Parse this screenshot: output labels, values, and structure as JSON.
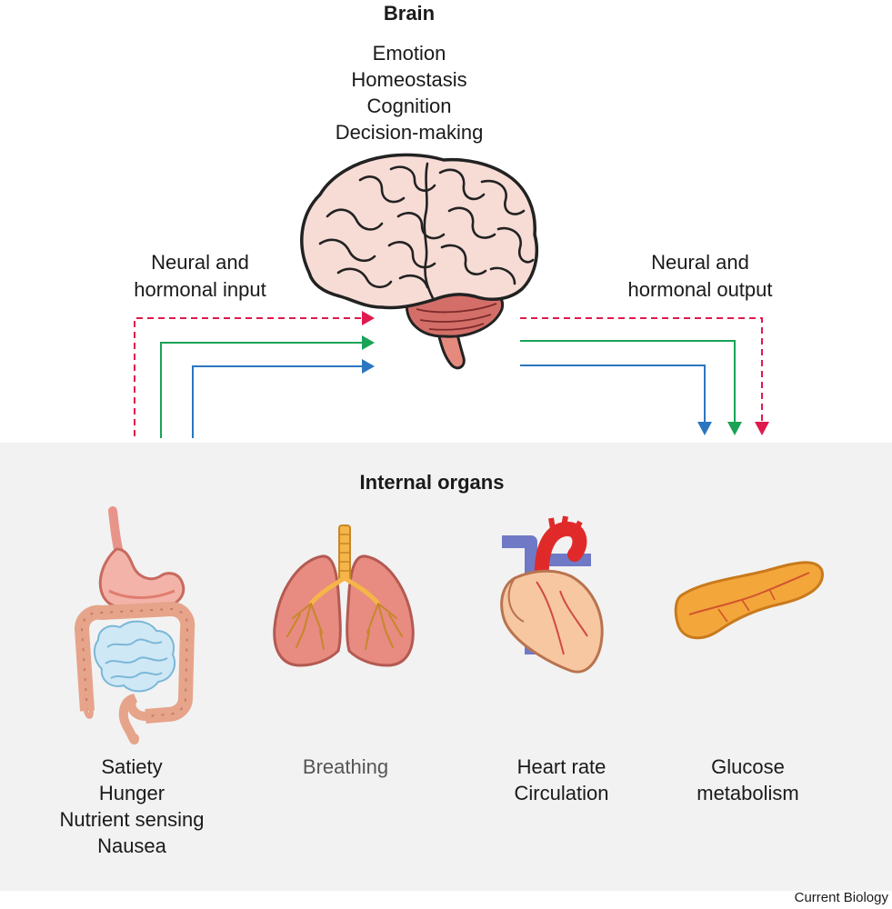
{
  "brain": {
    "title": "Brain",
    "functions": [
      "Emotion",
      "Homeostasis",
      "Cognition",
      "Decision-making"
    ]
  },
  "input_label": [
    "Neural and",
    "hormonal input"
  ],
  "output_label": [
    "Neural and",
    "hormonal output"
  ],
  "organs_panel": {
    "title": "Internal organs",
    "organs": [
      {
        "name": "gut",
        "icon": "gut-icon",
        "functions": [
          "Satiety",
          "Hunger",
          "Nutrient sensing",
          "Nausea"
        ]
      },
      {
        "name": "lungs",
        "icon": "lungs-icon",
        "functions": [
          "Breathing"
        ]
      },
      {
        "name": "heart",
        "icon": "heart-icon",
        "functions": [
          "Heart rate",
          "Circulation"
        ]
      },
      {
        "name": "pancreas",
        "icon": "pancreas-icon",
        "functions": [
          "Glucose",
          "metabolism"
        ]
      }
    ]
  },
  "credit": "Current Biology",
  "colors": {
    "pathway_red": "#e0194d",
    "pathway_green": "#1aa357",
    "pathway_blue": "#2b76c0",
    "panel_bg": "#f2f2f2",
    "breathing_text": "#555555"
  }
}
